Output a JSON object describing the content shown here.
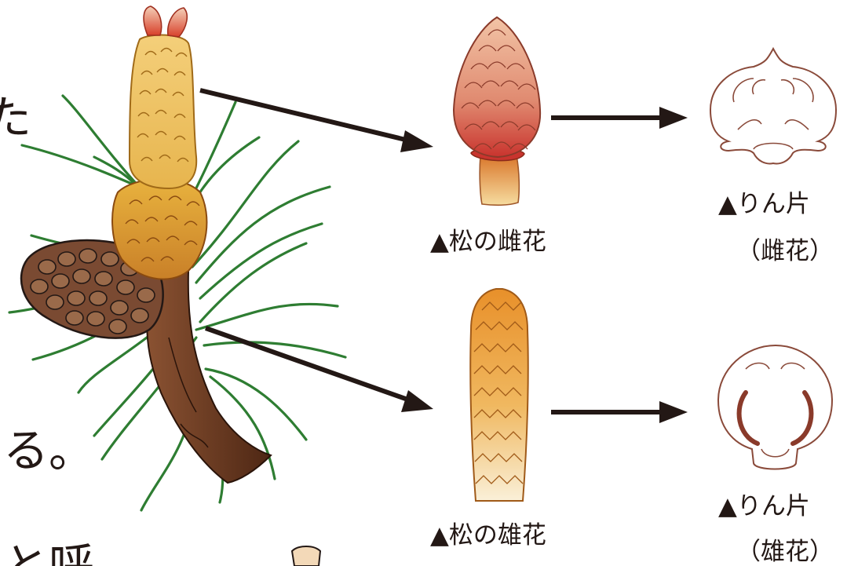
{
  "labels": {
    "female_flower": "▲松の雌花",
    "male_flower": "▲松の雄花",
    "scale_female_line1": "▲りん片",
    "scale_female_line2": "（雌花）",
    "scale_male_line1": "▲りん片",
    "scale_male_line2": "（雄花）"
  },
  "cropped_text": {
    "left_top": "た",
    "left_mid": "る。",
    "left_bottom": "と呼"
  },
  "colors": {
    "arrow": "#231815",
    "needle": "#2e7d32",
    "branch": "#6b3a22",
    "cone": "#5a3a2a",
    "male_catkin": "#f0c060",
    "female_flower_top": "#e9a27c",
    "female_flower_base": "#c9342e",
    "scale_outline": "#8a4a3a"
  }
}
